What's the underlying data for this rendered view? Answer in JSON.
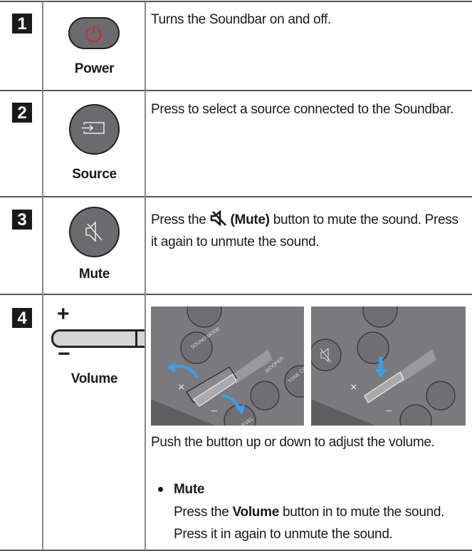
{
  "rows": [
    {
      "number": "1",
      "label": "Power",
      "icon": "power-icon",
      "description": "Turns the Soundbar on and off."
    },
    {
      "number": "2",
      "label": "Source",
      "icon": "source-icon",
      "description": "Press to select a source connected to the Soundbar."
    },
    {
      "number": "3",
      "label": "Mute",
      "icon": "mute-icon",
      "desc_pre": "Press the",
      "desc_bold": "(Mute)",
      "desc_post": "button to mute the sound. Press it again to unmute the sound."
    },
    {
      "number": "4",
      "label": "Volume",
      "icon": "volume-slider-icon",
      "plus": "+",
      "minus": "−",
      "description": "Push the button up or down to adjust the volume.",
      "bullet": {
        "title": "Mute",
        "pre": "Press the",
        "bold": "Volume",
        "post": "button in to mute the sound. Press it in again to unmute the sound."
      },
      "illustration_labels": {
        "sound_mode": "SOUND MODE",
        "woofer": "WOOFER",
        "tone_control": "TONE CONTROL",
        "ch_level": "CH LEVEL"
      }
    }
  ],
  "colors": {
    "button": "#6b6b6e",
    "power": "#e0201a",
    "arrow": "#3aa0e8",
    "panel": "#7a7a7e"
  }
}
